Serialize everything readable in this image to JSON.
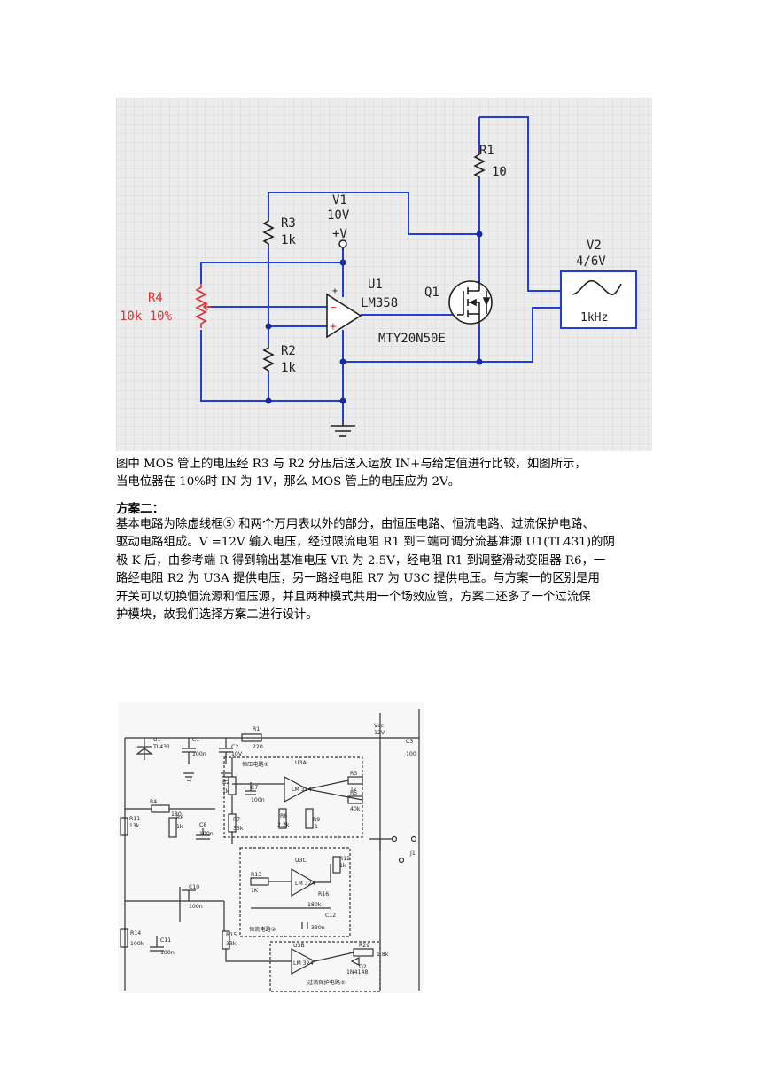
{
  "figure1": {
    "v1": {
      "name": "V1",
      "value": "10V",
      "terminal": "+V"
    },
    "r3": {
      "name": "R3",
      "value": "1k"
    },
    "r2": {
      "name": "R2",
      "value": "1k"
    },
    "r1": {
      "name": "R1",
      "value": "10"
    },
    "r4": {
      "name": "R4",
      "value": "10k 10%"
    },
    "u1": {
      "name": "U1",
      "model": "LM358"
    },
    "q1": {
      "name": "Q1",
      "model": "MTY20N50E"
    },
    "v2": {
      "name": "V2",
      "value": "4/6V",
      "freq": "1kHz"
    },
    "colors": {
      "wire": "#1f3fd6",
      "component": "#222222",
      "highlight": "#e03030",
      "grid": "#d6d6d6"
    }
  },
  "paragraph1": [
    "图中  MOS  管上的电压经  R3  与  R2  分压后送入运放  IN+与给定值进行比较，如图所示，",
    "当电位器在  10%时  IN-为  1V，那么  MOS  管上的电压应为 2V。"
  ],
  "heading2": "方案二：",
  "paragraph2": [
    "基本电路为除虚线框⑤  和两个万用表以外的部分，由恒压电路、恒流电路、过流保护电路、",
    "驱动电路组成。V =12V 输入电压，经过限流电阻 R1 到三端可调分流基准源 U1(TL431)的阴",
    "极 K 后，由参考端 R 得到输出基准电压 VR 为 2.5V，经电阻 R1 到调整滑动变阻器 R6，一",
    "路经电阻 R2 为 U3A 提供电压，另一路经电阻 R7 为 U3C 提供电压。与方案一的区别是用",
    "开关可以切换恒流源和恒压源，并且两种模式共用一个场效应管，方案二还多了一个过流保",
    "护模块，故我们选择方案二进行设计。"
  ],
  "figure2": {
    "labels": {
      "u1": "U1",
      "tl431": "TL431",
      "c1": "C1",
      "c1v": "100n",
      "r1": "R1",
      "r1v": "220",
      "c2": "C2",
      "c2v": "10V",
      "vcc": "Vcc",
      "vccv": "12V",
      "c3": "C3",
      "c3v": "100",
      "cv_box": "恒压电路①",
      "u3a": "U3A",
      "lm": "LM 324",
      "r2": "R2",
      "r2v": "1k",
      "c7": "C7",
      "c7v": "100n",
      "r3": "R3",
      "r3v": "1k",
      "r5": "R5",
      "r5v": "40k",
      "r4": "R4",
      "r4v": "180",
      "r11": "R11",
      "r11v": "13k",
      "r6": "R6",
      "r6v": "1k",
      "c8": "C8",
      "c8v": "100n",
      "r7": "R7",
      "r7v": "33k",
      "r8": "R8",
      "r8v": "2.2k",
      "r9": "R9",
      "r9v": "1",
      "u3c": "U3C",
      "r12": "R12",
      "r12v": "1k",
      "j1": "J1",
      "c10": "C10",
      "c10v": "100n",
      "r13": "R13",
      "r13v": "1K",
      "r16": "R16",
      "r16v": "180k",
      "c12": "C12",
      "c12v": "330n",
      "cc_box": "恒流电路②",
      "r14": "R14",
      "r14v": "100k",
      "c11": "C11",
      "c11v": "100n",
      "r15": "R15",
      "r15v": "33k",
      "u3b": "U3B",
      "r29": "R29",
      "r29v": "1.8k",
      "d2": "D2",
      "d2v": "1N4148",
      "op_box": "过流保护电路⑤"
    }
  }
}
